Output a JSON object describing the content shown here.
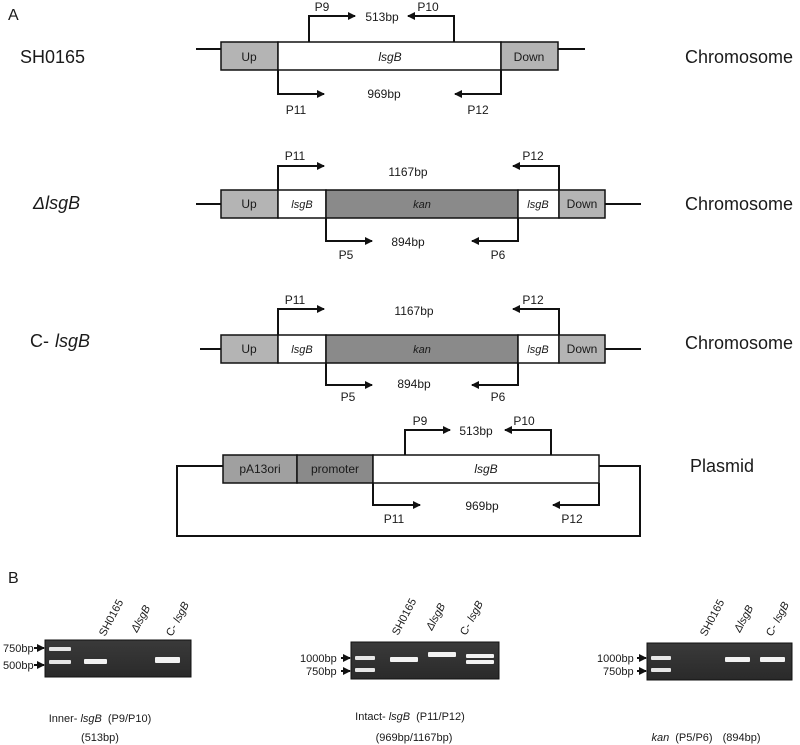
{
  "panelA": {
    "label": "A",
    "sh0165": {
      "name": "SH0165",
      "location": "Chromosome",
      "up": "Up",
      "gene": "lsgB",
      "down": "Down",
      "inner_f": "P9",
      "inner_r": "P10",
      "inner_size": "513bp",
      "outer_f": "P11",
      "outer_r": "P12",
      "outer_size": "969bp"
    },
    "mutant": {
      "name": "ΔlsgB",
      "location": "Chromosome",
      "up": "Up",
      "lsg1": "lsgB",
      "kan": "kan",
      "lsg2": "lsgB",
      "down": "Down",
      "outer_f": "P11",
      "outer_r": "P12",
      "outer_size": "1167bp",
      "kan_f": "P5",
      "kan_r": "P6",
      "kan_size": "894bp"
    },
    "complement": {
      "name_prefix": "C-",
      "name_gene": "lsgB",
      "location": "Chromosome",
      "up": "Up",
      "lsg1": "lsgB",
      "kan": "kan",
      "lsg2": "lsgB",
      "down": "Down",
      "outer_f": "P11",
      "outer_r": "P12",
      "outer_size": "1167bp",
      "kan_f": "P5",
      "kan_r": "P6",
      "kan_size": "894bp"
    },
    "plasmid": {
      "location": "Plasmid",
      "ori": "pA13ori",
      "promoter": "promoter",
      "gene": "lsgB",
      "inner_f": "P9",
      "inner_r": "P10",
      "inner_size": "513bp",
      "outer_f": "P11",
      "outer_r": "P12",
      "outer_size": "969bp"
    }
  },
  "panelB": {
    "label": "B",
    "lane_labels": {
      "wt": "SH0165",
      "mut": "ΔlsgB",
      "comp_prefix": "C-",
      "comp_gene": "lsgB"
    },
    "gels": [
      {
        "markers": [
          "750bp",
          "500bp"
        ],
        "caption_gene": "lsgB",
        "caption_prefix": "Inner-",
        "caption_primers": "(P9/P10)",
        "caption_size": "(513bp)"
      },
      {
        "markers": [
          "1000bp",
          "750bp"
        ],
        "caption_gene": "lsgB",
        "caption_prefix": "Intact-",
        "caption_primers": "(P11/P12)",
        "caption_size": "(969bp/1167bp)"
      },
      {
        "markers": [
          "1000bp",
          "750bp"
        ],
        "caption_gene": "kan",
        "caption_primers": "(P5/P6)",
        "caption_size": "(894bp)"
      }
    ]
  }
}
